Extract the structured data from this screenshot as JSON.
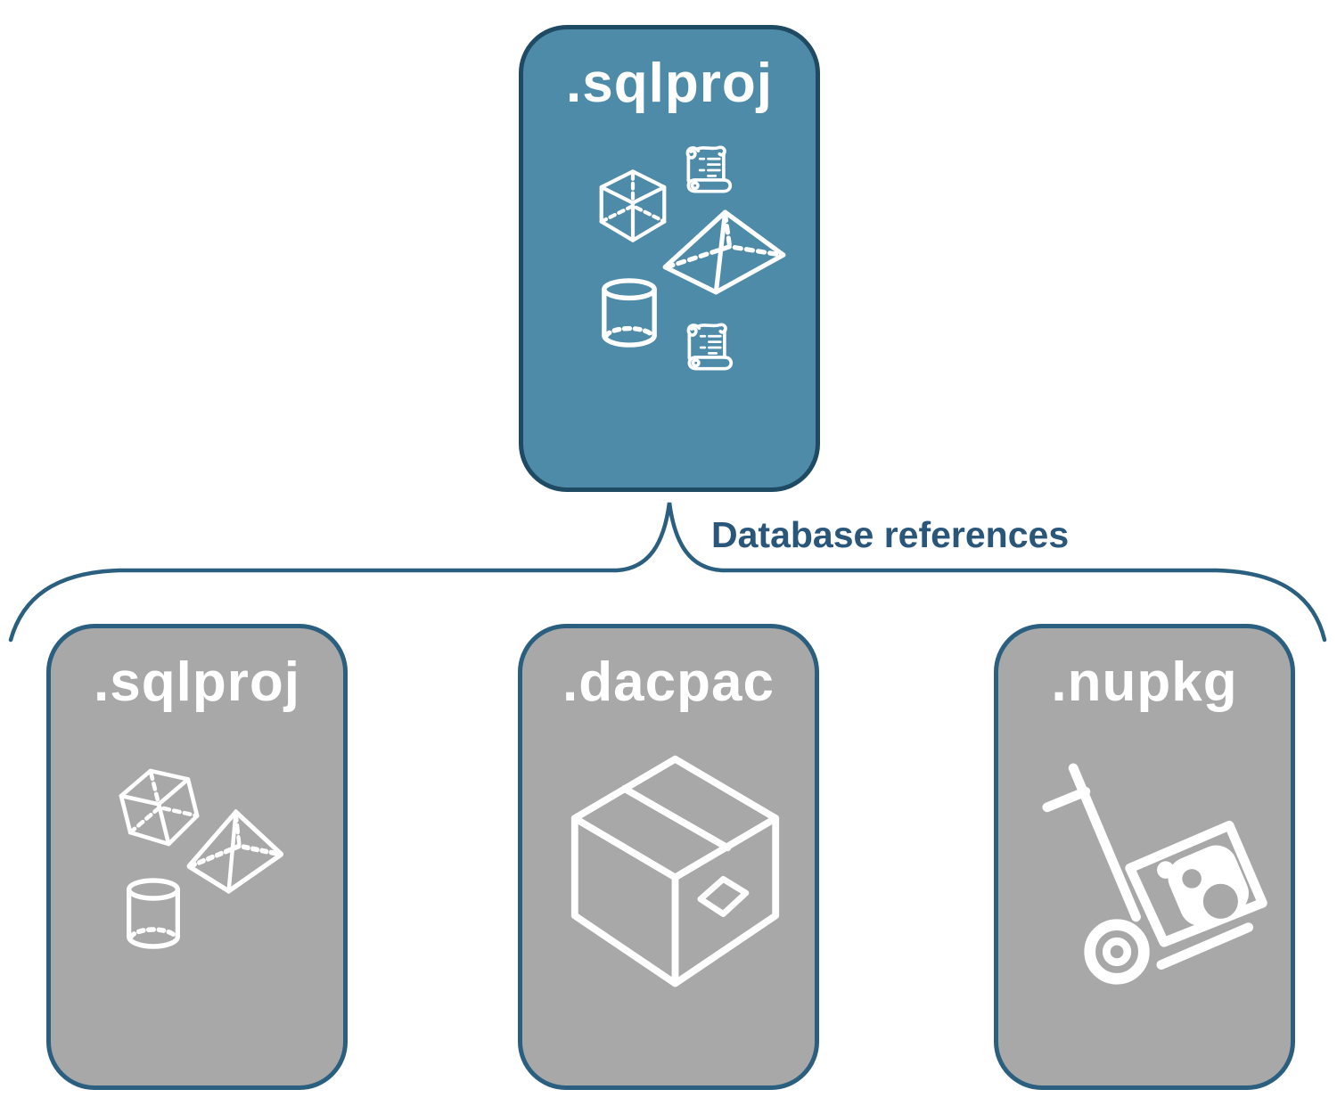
{
  "diagram": {
    "root": {
      "label": ".sqlproj",
      "icons": [
        "script-scroll",
        "cube",
        "pyramid",
        "cylinder",
        "script-scroll"
      ]
    },
    "connector_label": "Database references",
    "children": [
      {
        "label": ".sqlproj",
        "icons": [
          "cube",
          "pyramid",
          "cylinder"
        ]
      },
      {
        "label": ".dacpac",
        "icons": [
          "package-box"
        ]
      },
      {
        "label": ".nupkg",
        "icons": [
          "hand-truck-package"
        ]
      }
    ],
    "colors": {
      "root_fill": "#4E8BA8",
      "root_border": "#1F4A63",
      "child_fill": "#A8A8A8",
      "child_border": "#2B5F80",
      "connector_line": "#2B5F80",
      "connector_label_text": "#2A567A",
      "title_text": "#FFFFFF",
      "icon_stroke": "#FFFFFF"
    }
  }
}
